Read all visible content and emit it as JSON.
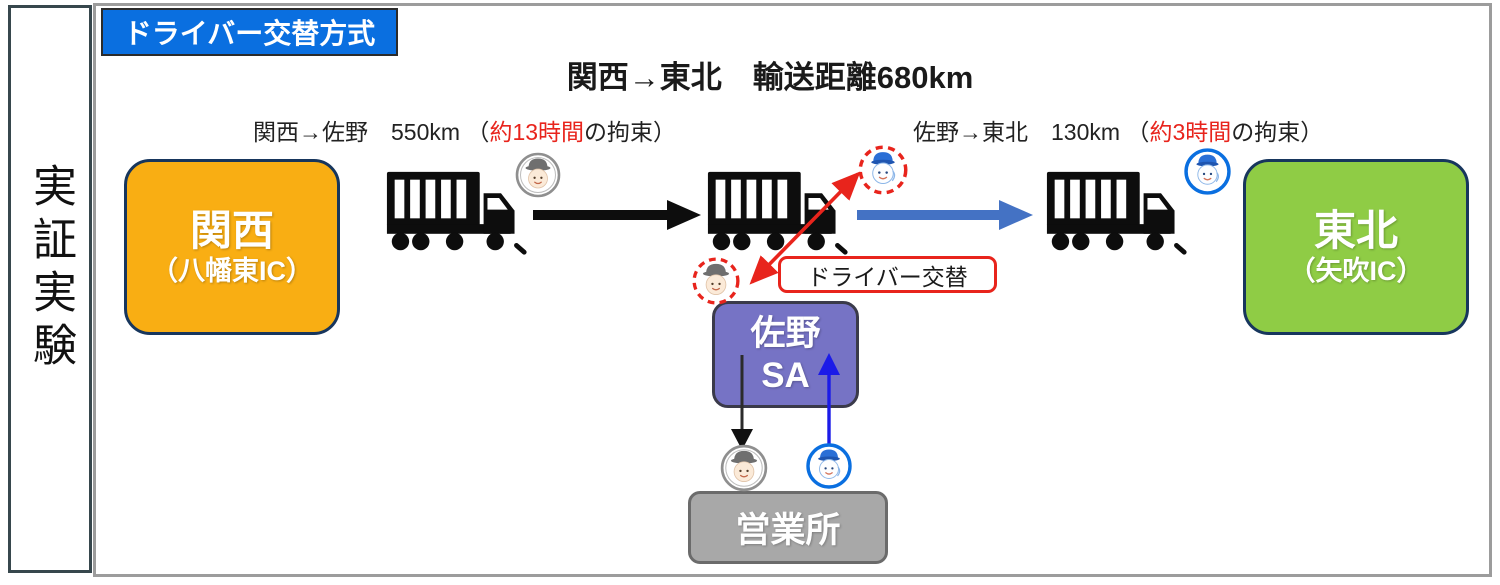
{
  "sidebar": {
    "label": "実証実験"
  },
  "header": {
    "tag": "ドライバー交替方式",
    "title": "関西→東北　輸送距離680km"
  },
  "labels": {
    "left": {
      "pre": "関西→佐野　550km （",
      "highlight": "約13時間",
      "post": "の拘束）"
    },
    "right": {
      "pre": "佐野→東北　130km （",
      "highlight": "約3時間",
      "post": "の拘束）"
    }
  },
  "nodes": {
    "kansai": {
      "title": "関西",
      "subtitle": "（八幡東IC）"
    },
    "tohoku": {
      "title": "東北",
      "subtitle": "（矢吹IC）"
    },
    "sano": {
      "line1": "佐野",
      "line2": "SA"
    },
    "office": {
      "label": "営業所"
    },
    "exchange": {
      "label": "ドライバー交替"
    }
  },
  "icons": {
    "truck": "truck-icon",
    "driver_gray": "driver-gray-hat-icon",
    "driver_blue": "driver-blue-cap-icon",
    "swap_ring": "red-dashed-circle"
  },
  "colors": {
    "tag_bg": "#0a6fe0",
    "kansai_bg": "#f9ae13",
    "tohoku_bg": "#8fcc45",
    "sano_bg": "#7673c5",
    "office_bg": "#a8a8a8",
    "alert_red": "#e8241c",
    "route_blue": "#4472c4",
    "return_blue": "#1b1be8",
    "truck_black": "#0d0d0d"
  }
}
